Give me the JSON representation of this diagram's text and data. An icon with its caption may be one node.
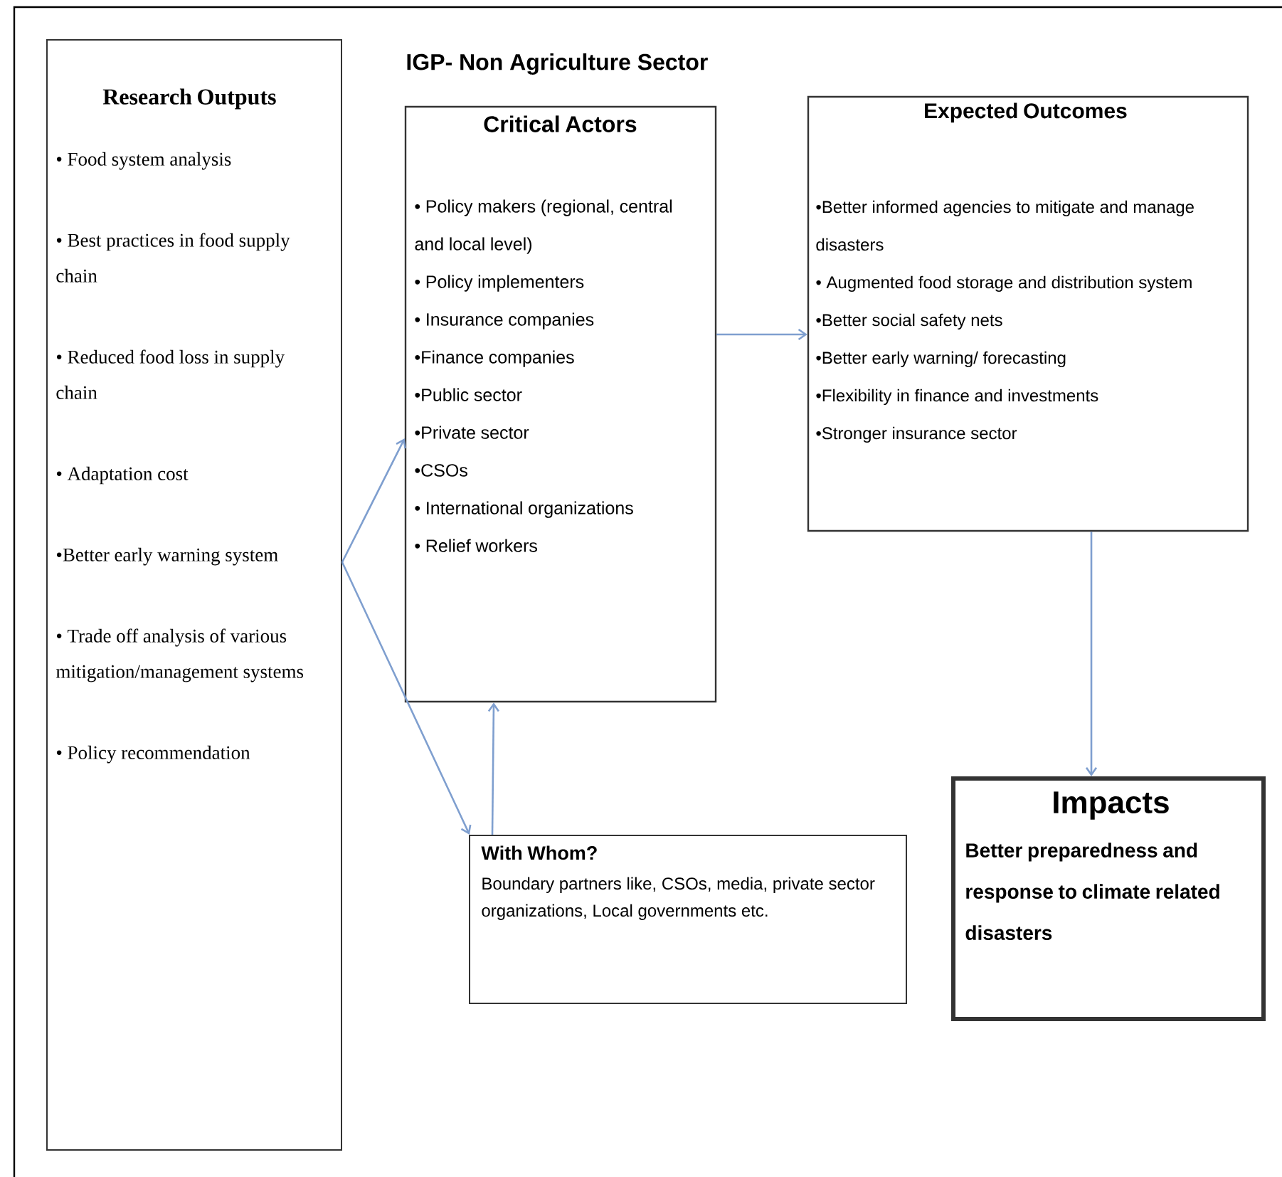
{
  "diagram": {
    "nodes": [
      {
        "text": [
          "Research Outputs",
          "• Food system analysis",
          "• Best practices in food supply chain",
          "• Reduced food loss in supply chain",
          "• Adaptation cost",
          "•Better early warning system",
          "• Trade off analysis of various mitigation/management systems",
          "• Policy recommendation"
        ]
      },
      {
        "text": [
          "Critical Actors",
          "• Policy makers (regional, central and local level)",
          "• Policy implementers",
          "• Insurance companies",
          "•Finance companies",
          "•Public sector",
          "•Private sector",
          "•CSOs",
          "• International organizations",
          "• Relief workers"
        ]
      },
      {
        "text": [
          "Expected Outcomes",
          "•Better informed agencies to mitigate and manage disasters",
          "• Augmented food storage and distribution system",
          "•Better social safety nets",
          "•Better early warning/ forecasting",
          "•Flexibility in finance and investments",
          "•Stronger insurance sector"
        ]
      },
      {
        "text": [
          "With Whom?",
          "Boundary partners like, CSOs, media, private sector organizations, Local governments etc."
        ]
      },
      {
        "text": [
          "Impacts",
          "Better preparedness and response to climate related disasters"
        ]
      }
    ],
    "edges": [
      {
        "from": 0,
        "to": 1,
        "arrow": "to"
      },
      {
        "from": 0,
        "to": 3,
        "arrow": "to"
      },
      {
        "from": 3,
        "to": 1,
        "arrow": "to"
      },
      {
        "from": 1,
        "to": 2,
        "arrow": "to"
      },
      {
        "from": 2,
        "to": 4,
        "arrow": "to"
      }
    ],
    "labels": [
      "IGP- Non Agriculture Sector"
    ]
  }
}
